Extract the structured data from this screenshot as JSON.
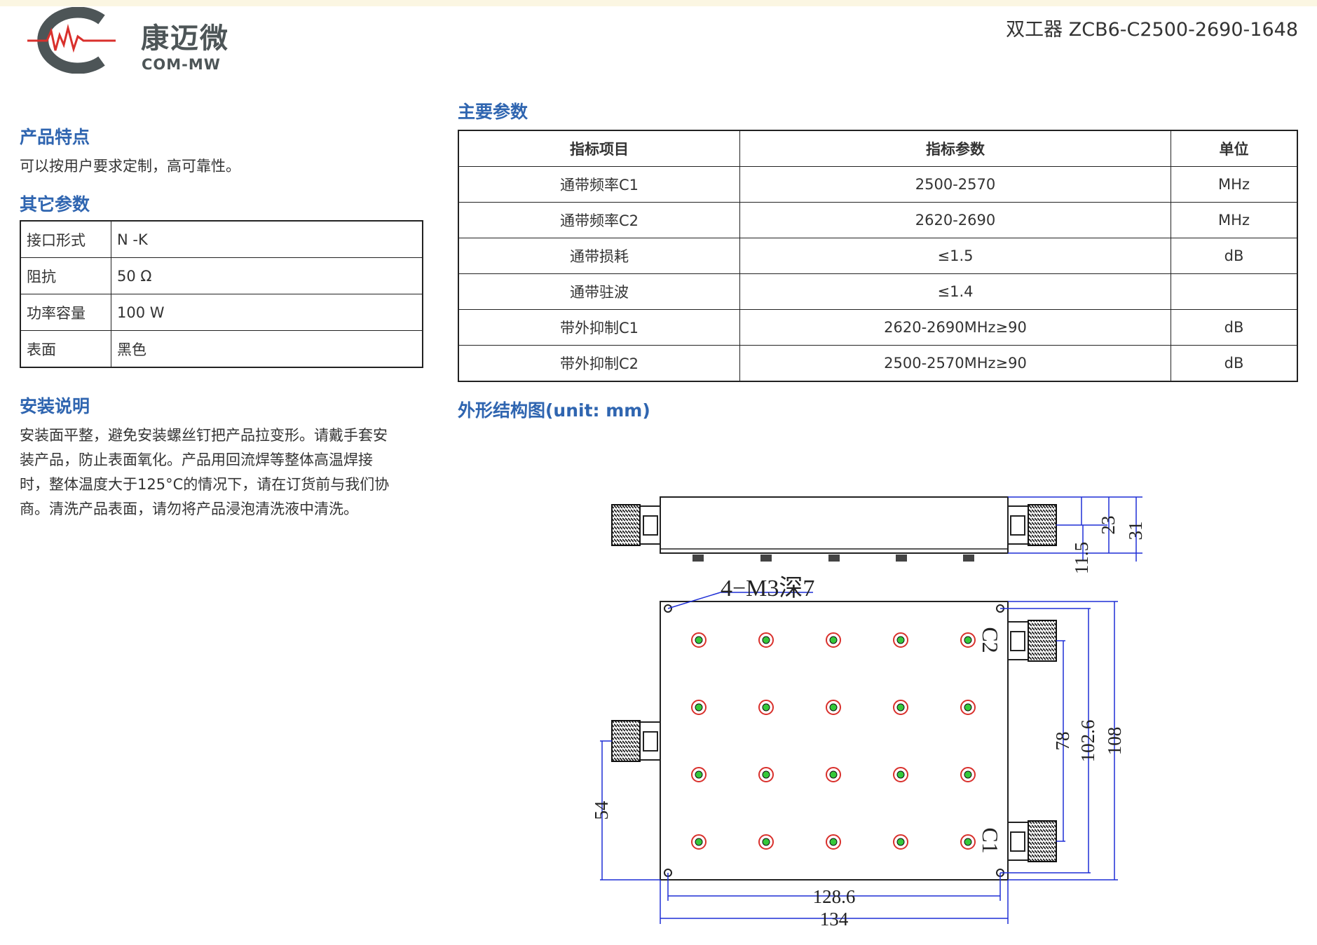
{
  "brand": {
    "name_cn": "康迈微",
    "name_en": "COM-MW"
  },
  "doc_title": "双工器 ZCB6-C2500-2690-1648",
  "features": {
    "heading": "产品特点",
    "text": "可以按用户要求定制，高可靠性。"
  },
  "other_params": {
    "heading": "其它参数",
    "rows": [
      {
        "key": "接口形式",
        "value": "N -K"
      },
      {
        "key": "阻抗",
        "value": "50 Ω"
      },
      {
        "key": "功率容量",
        "value": "100 W"
      },
      {
        "key": "表面",
        "value": "黑色"
      }
    ]
  },
  "install": {
    "heading": "安装说明",
    "lines": [
      "安装面平整，避免安装螺丝钉把产品拉变形。请戴手套安",
      "装产品，防止表面氧化。产品用回流焊等整体高温焊接",
      "时，整体温度大于125°C的情况下，请在订货前与我们协",
      "商。清洗产品表面，请勿将产品浸泡清洗液中清洗。"
    ]
  },
  "main_params": {
    "heading": "主要参数",
    "headers": [
      "指标项目",
      "指标参数",
      "单位"
    ],
    "rows": [
      [
        "通带频率C1",
        "2500-2570",
        "MHz"
      ],
      [
        "通带频率C2",
        "2620-2690",
        "MHz"
      ],
      [
        "通带损耗",
        "≤1.5",
        "dB"
      ],
      [
        "通带驻波",
        "≤1.4",
        ""
      ],
      [
        "带外抑制C1",
        "2620-2690MHz≥90",
        "dB"
      ],
      [
        "带外抑制C2",
        "2500-2570MHz≥90",
        "dB"
      ]
    ]
  },
  "drawing": {
    "heading": "外形结构图(unit: mm)",
    "labels": {
      "holes": "4−M3深7",
      "port_c2": "C2",
      "port_c1": "C1",
      "dim_11_5": "11.5",
      "dim_23": "23",
      "dim_31": "31",
      "dim_78": "78",
      "dim_102_6": "102.6",
      "dim_108": "108",
      "dim_54": "54",
      "dim_128_6": "128.6",
      "dim_134": "134"
    }
  },
  "colors": {
    "heading": "#2f65b0",
    "dim": "#1f2fd6",
    "logo_red": "#d9302c",
    "logo_grey": "#4d5557"
  }
}
